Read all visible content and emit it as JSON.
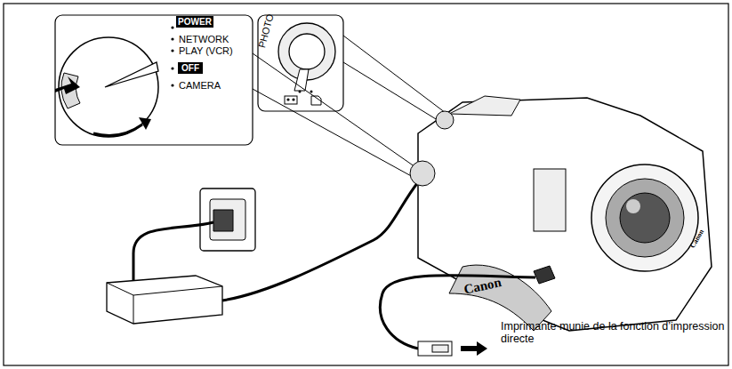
{
  "diagram": {
    "nodes": [
      {
        "text": [
          "POWER"
        ]
      },
      {
        "text": [
          "OFF"
        ]
      }
    ],
    "labels": [
      "NETWORK",
      "PLAY (VCR)",
      "CAMERA",
      "PHOTO",
      "Canon",
      "Canon",
      "Imprimante munie de la fonction d’impression directe"
    ]
  }
}
